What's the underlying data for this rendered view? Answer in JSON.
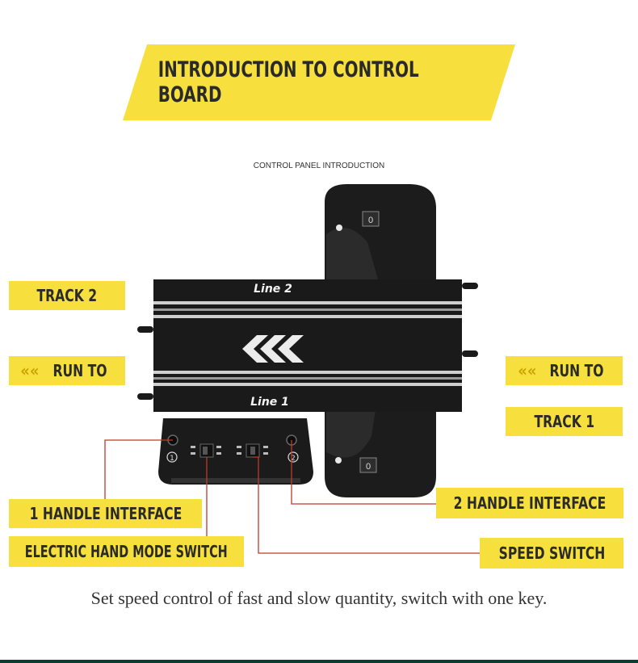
{
  "header": {
    "title": "INTRODUCTION TO CONTROL BOARD",
    "subtitle": "CONTROL PANEL INTRODUCTION"
  },
  "device": {
    "line2": "Line 2",
    "line1": "Line 1",
    "counter_top": "0",
    "counter_bottom": "0",
    "port1": "1",
    "port2": "2"
  },
  "labels": {
    "track2": "TRACK 2",
    "run_to_left": "RUN TO",
    "run_to_right": "RUN TO",
    "track1": "TRACK 1",
    "handle1": "1 HANDLE INTERFACE",
    "handle2": "2 HANDLE INTERFACE",
    "mode_switch": "ELECTRIC HAND MODE SWITCH",
    "speed_switch": "SPEED SWITCH"
  },
  "caption": "Set speed control of fast and slow quantity, switch with one key.",
  "colors": {
    "accent_yellow": "#f7e03d",
    "callout_red": "#c0392b",
    "track_black": "#1c1c1c"
  }
}
